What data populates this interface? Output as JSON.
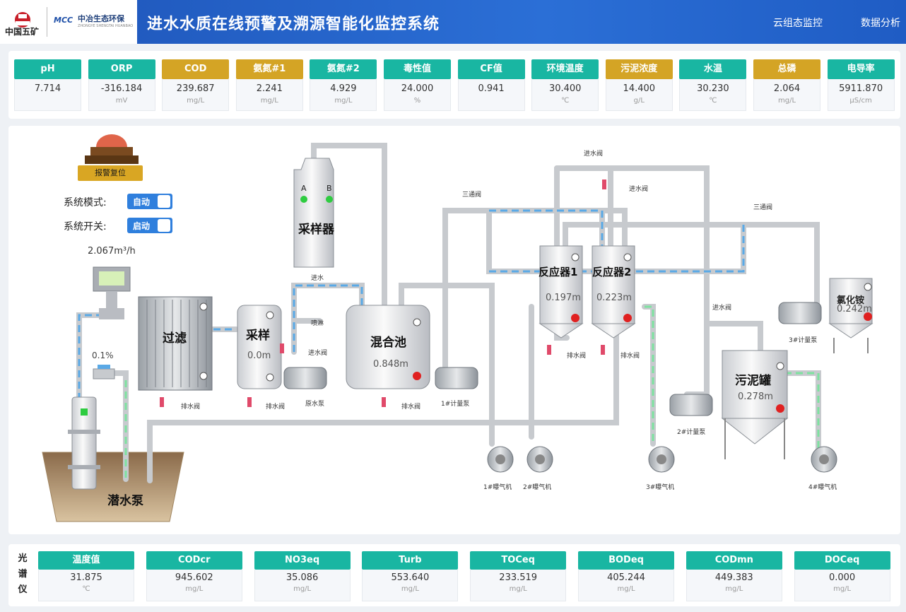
{
  "header": {
    "logo1_text": "中国五矿",
    "logo2_mark": "MCC",
    "logo2_text": "中冶生态环保",
    "logo2_sub": "ZHONGYE SHENGTAI HUANBAO",
    "title": "进水水质在线预警及溯源智能化监控系统",
    "nav": [
      "云组态监控",
      "数据分析"
    ]
  },
  "colors": {
    "header": "#2b6fd6",
    "teal": "#19b6a2",
    "gold": "#d4a425",
    "toggle": "#2f7fdd",
    "alarm": "#d9a623",
    "indicator_on": "#2ecc40",
    "indicator_red": "#e02020",
    "flow_blue": "#5aa9e6",
    "flow_green": "#7ee2a0"
  },
  "metrics": [
    {
      "label": "pH",
      "value": "7.714",
      "unit": "",
      "color": "teal"
    },
    {
      "label": "ORP",
      "value": "-316.184",
      "unit": "mV",
      "color": "teal"
    },
    {
      "label": "COD",
      "value": "239.687",
      "unit": "mg/L",
      "color": "gold"
    },
    {
      "label": "氨氮#1",
      "value": "2.241",
      "unit": "mg/L",
      "color": "gold"
    },
    {
      "label": "氨氮#2",
      "value": "4.929",
      "unit": "mg/L",
      "color": "teal"
    },
    {
      "label": "毒性值",
      "value": "24.000",
      "unit": "%",
      "color": "teal"
    },
    {
      "label": "CF值",
      "value": "0.941",
      "unit": "",
      "color": "teal"
    },
    {
      "label": "环境温度",
      "value": "30.400",
      "unit": "℃",
      "color": "teal"
    },
    {
      "label": "污泥浓度",
      "value": "14.400",
      "unit": "g/L",
      "color": "gold"
    },
    {
      "label": "水温",
      "value": "30.230",
      "unit": "℃",
      "color": "teal"
    },
    {
      "label": "总磷",
      "value": "2.064",
      "unit": "mg/L",
      "color": "gold"
    },
    {
      "label": "电导率",
      "value": "5911.870",
      "unit": "μS/cm",
      "color": "teal"
    }
  ],
  "controls": {
    "alarm_reset": "报警复位",
    "mode_label": "系统模式:",
    "mode_value": "自动",
    "switch_label": "系统开关:",
    "switch_value": "启动"
  },
  "process": {
    "flow_rate": "2.067m³/h",
    "pump_percent": "0.1%",
    "submersible_pump": "潜水泵",
    "filter": "过滤",
    "sampling": "采样",
    "sampling_level": "0.0m",
    "sampler": "采样器",
    "sampler_a": "A",
    "sampler_b": "B",
    "mixing_tank": "混合池",
    "mixing_level": "0.848m",
    "reactor1": "反应器1",
    "reactor1_level": "0.197m",
    "reactor2": "反应器2",
    "reactor2_level": "0.223m",
    "sludge_tank": "污泥罐",
    "sludge_level": "0.278m",
    "ammonium_chloride": "氯化铵",
    "ammonium_level": "0.242m",
    "inlet_water": "进水",
    "spray": "喷淋",
    "raw_pump": "原水泵",
    "drain_valve": "排水阀",
    "inlet_valve": "进水阀",
    "three_way_valve": "三通阀",
    "metering_pump1": "1#计量泵",
    "metering_pump2": "2#计量泵",
    "metering_pump3": "3#计量泵",
    "aerator1": "1#曝气机",
    "aerator2": "2#曝气机",
    "aerator3": "3#曝气机",
    "aerator4": "4#曝气机"
  },
  "spectrometer": {
    "label": [
      "光",
      "谱",
      "仪"
    ],
    "items": [
      {
        "label": "温度值",
        "value": "31.875",
        "unit": "℃"
      },
      {
        "label": "CODcr",
        "value": "945.602",
        "unit": "mg/L"
      },
      {
        "label": "NO3eq",
        "value": "35.086",
        "unit": "mg/L"
      },
      {
        "label": "Turb",
        "value": "553.640",
        "unit": "mg/L"
      },
      {
        "label": "TOCeq",
        "value": "233.519",
        "unit": "mg/L"
      },
      {
        "label": "BODeq",
        "value": "405.244",
        "unit": "mg/L"
      },
      {
        "label": "CODmn",
        "value": "449.383",
        "unit": "mg/L"
      },
      {
        "label": "DOCeq",
        "value": "0.000",
        "unit": "mg/L"
      }
    ]
  }
}
